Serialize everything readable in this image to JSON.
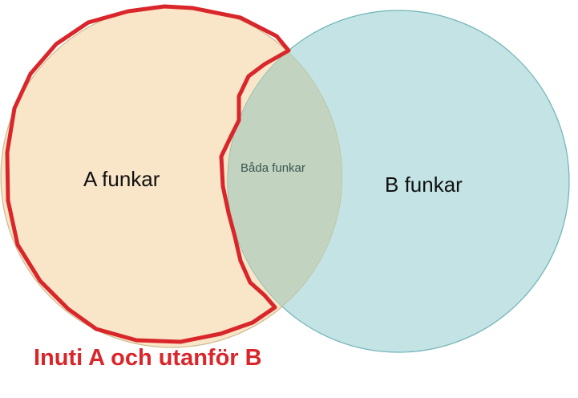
{
  "diagram": {
    "type": "venn",
    "sets": [
      {
        "label": "A funkar",
        "color": "#f9e5c7"
      },
      {
        "label": "B funkar",
        "color": "#c3e3e5"
      }
    ],
    "intersection": {
      "label": "Båda funkar",
      "color": "#c2d4c0"
    },
    "highlight": {
      "caption": "Inuti A och utanför B",
      "color": "#d9262a"
    }
  }
}
